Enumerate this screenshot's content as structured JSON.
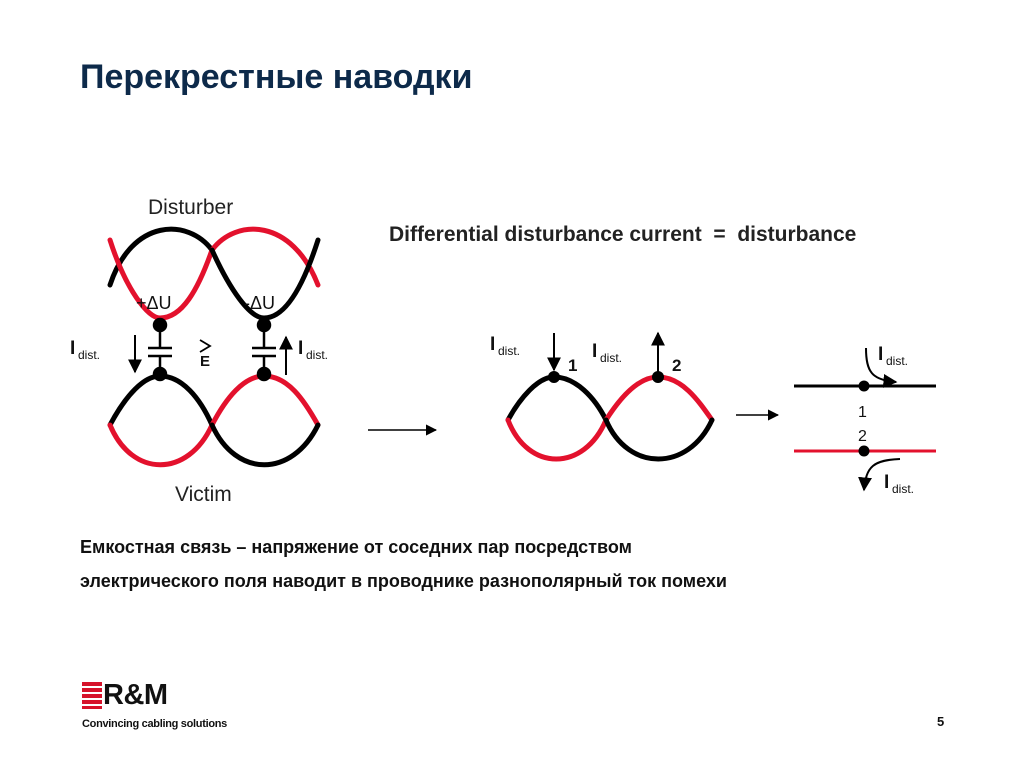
{
  "slide": {
    "title": "Перекрестные наводки",
    "caption_line1": "Емкостная связь – напряжение от соседних пар посредством",
    "caption_line2": "электрического поля наводит в проводнике разнополярный ток помехи",
    "page_number": "5"
  },
  "diagram": {
    "disturber_label": "Disturber",
    "victim_label": "Victim",
    "plus_delta_u": "+ΔU",
    "minus_delta_u": "-ΔU",
    "field_label": "E",
    "current_label_main": "I",
    "current_label_sub": "dist.",
    "heading": "Differential disturbance current  =  disturbance",
    "point_1": "1",
    "point_2": "2",
    "colors": {
      "red_wire": "#e3112d",
      "black_wire": "#000000"
    }
  },
  "logo": {
    "brand": "R&M",
    "tagline": "Convincing cabling solutions",
    "icon": "rm-stripes-icon"
  }
}
